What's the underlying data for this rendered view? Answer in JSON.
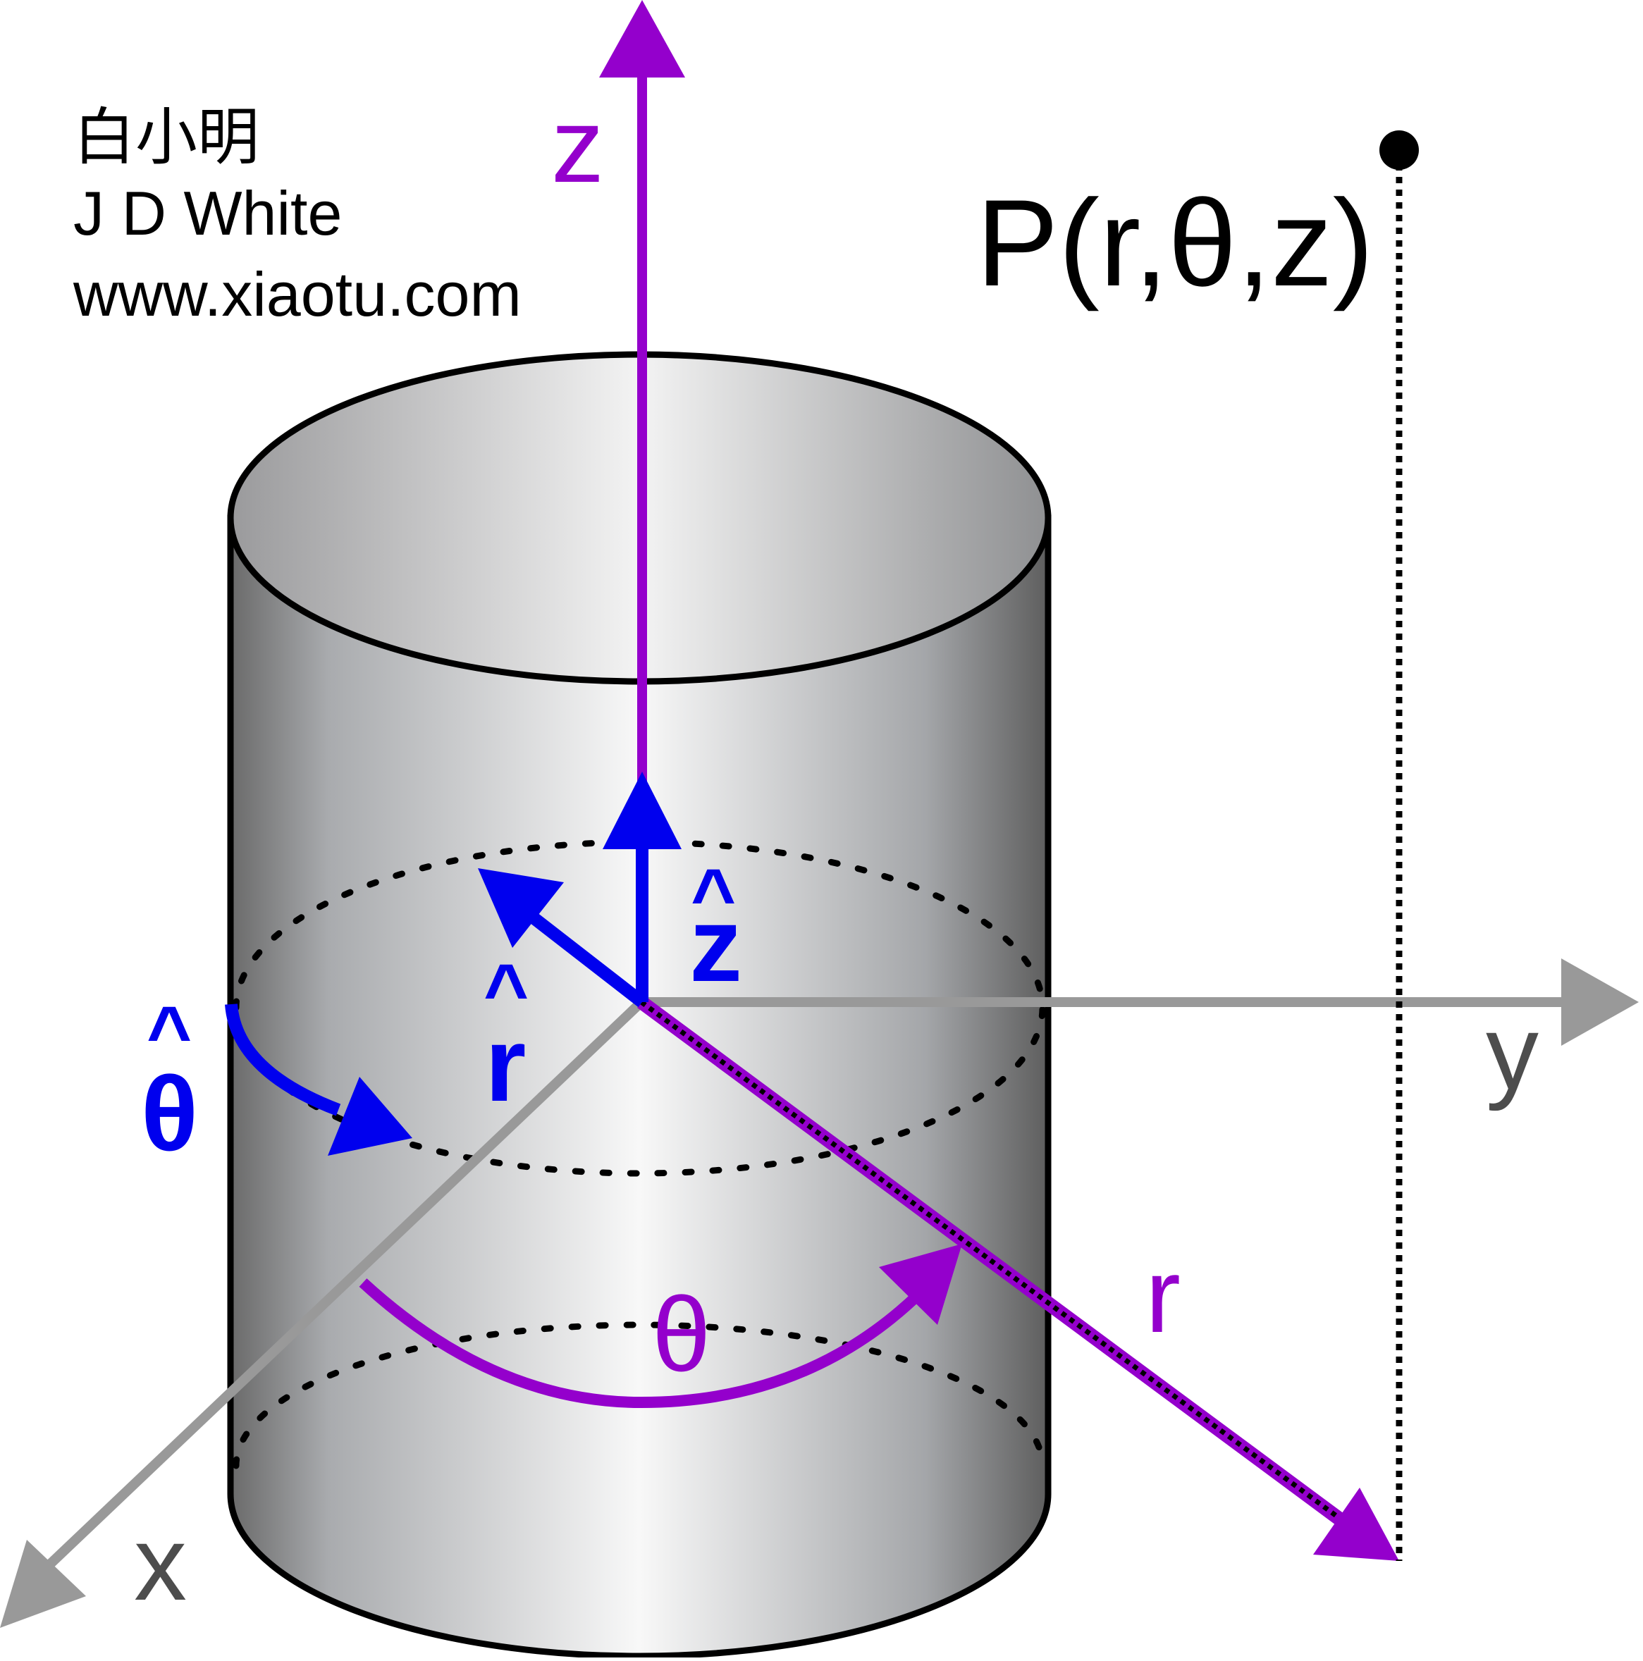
{
  "credits": {
    "chinese_name": "白小明",
    "english_name": "J D White",
    "website": "www.xiaotu.com"
  },
  "axes": {
    "z": "z",
    "y": "y",
    "x": "x"
  },
  "point": {
    "label": "P(r,θ,z)"
  },
  "vectors": {
    "radius_label": "r",
    "angle_label": "θ"
  },
  "unit_vectors": {
    "r_hat": "r",
    "theta_hat": "θ",
    "z_hat": "z",
    "hat_symbol": "^"
  },
  "colors": {
    "axis_primary": "#9400cc",
    "axis_grey": "#999999",
    "label_grey": "#4d4d4d",
    "unit_vector": "#0000ee",
    "outline": "#000000"
  }
}
